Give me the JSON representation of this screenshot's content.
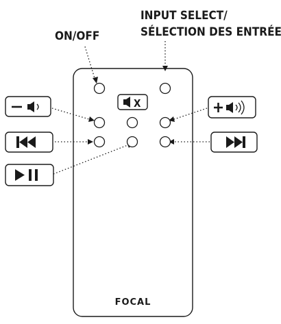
{
  "labels": {
    "on_off": "ON/OFF",
    "input_select_line1": "INPUT SELECT/",
    "input_select_line2": "SÉLECTION DES ENTRÉES"
  },
  "remote": {
    "brand": "FOCAL"
  },
  "callouts": {
    "mute": {
      "icon": "speaker-mute-icon",
      "text": "X"
    },
    "volume_down": {
      "icon": "volume-down-icon"
    },
    "volume_up": {
      "icon": "volume-up-icon"
    },
    "previous": {
      "icon": "skip-previous-icon"
    },
    "next": {
      "icon": "skip-next-icon"
    },
    "play_pause": {
      "icon": "play-pause-icon"
    }
  },
  "colors": {
    "ink": "#1a1a1a",
    "background": "#ffffff"
  }
}
